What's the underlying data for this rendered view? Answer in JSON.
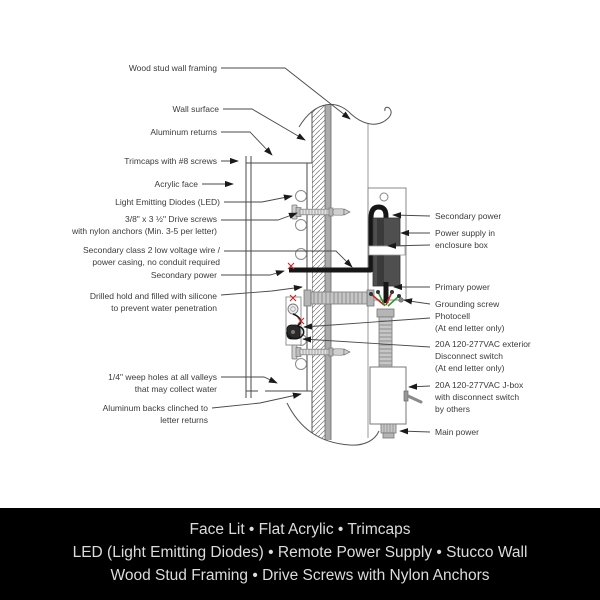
{
  "drawing": {
    "left_labels": [
      {
        "id": "wood-stud-wall-framing",
        "text": "Wood stud wall framing"
      },
      {
        "id": "wall-surface",
        "text": "Wall surface"
      },
      {
        "id": "aluminum-returns",
        "text": "Aluminum returns"
      },
      {
        "id": "trimcaps",
        "text": "Trimcaps with #8 screws"
      },
      {
        "id": "acrylic-face",
        "text": "Acrylic face"
      },
      {
        "id": "led",
        "text": "Light Emitting Diodes (LED)"
      },
      {
        "id": "drive-screws",
        "text": "3/8\" x 3 ½\" Drive screws\nwith nylon anchors (Min. 3-5 per letter)"
      },
      {
        "id": "secondary-class2-wire",
        "text": "Secondary class 2 low voltage wire /\npower casing, no conduit required"
      },
      {
        "id": "secondary-power-left",
        "text": "Secondary power"
      },
      {
        "id": "drilled-hole-silicone",
        "text": "Drilled hold and filled with silicone\nto prevent water penetration"
      },
      {
        "id": "weep-holes",
        "text": "1/4\" weep holes at all valleys\nthat may collect water"
      },
      {
        "id": "aluminum-backs",
        "text": "Aluminum backs clinched to\nletter returns"
      }
    ],
    "right_labels": [
      {
        "id": "secondary-power-right",
        "text": "Secondary power"
      },
      {
        "id": "power-supply",
        "text": "Power supply in\nenclosure box"
      },
      {
        "id": "primary-power",
        "text": "Primary power"
      },
      {
        "id": "grounding-screw",
        "text": "Grounding screw"
      },
      {
        "id": "photocell",
        "text": "Photocell\n(At end letter only)"
      },
      {
        "id": "exterior-disconnect-switch",
        "text": "20A 120-277VAC exterior\nDisconnect switch\n(At end letter only)"
      },
      {
        "id": "jbox",
        "text": "20A 120-277VAC J-box\nwith disconnect switch\nby others"
      },
      {
        "id": "main-power",
        "text": "Main power"
      }
    ]
  },
  "caption": {
    "lines": [
      "Face Lit • Flat Acrylic • Trimcaps",
      "LED (Light Emitting Diodes) • Remote Power Supply • Stucco Wall",
      "Wood Stud Framing • Drive Screws with Nylon Anchors"
    ]
  },
  "colors": {
    "caption_bg": "#000000",
    "caption_text": "#dcdcdc",
    "line": "#4a4a4a",
    "wire_black": "#161616",
    "wire_red": "#cc2222",
    "wire_green": "#2f9e2f",
    "sheathing_gray": "#ababab"
  }
}
